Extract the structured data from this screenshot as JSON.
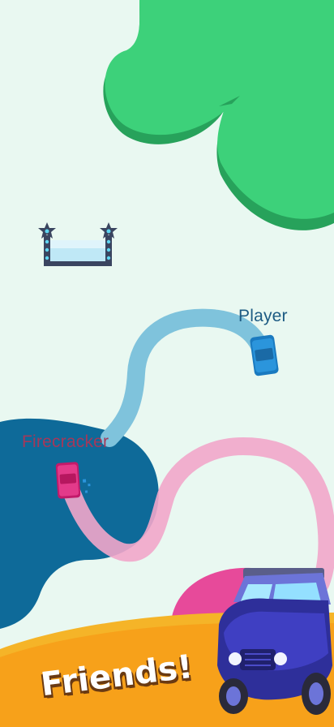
{
  "players": {
    "player_name": "Player",
    "opponent_name": "Firecracker"
  },
  "banner": {
    "text": "Friends!"
  },
  "colors": {
    "background": "#e9f8f1",
    "green_territory": "#3dd17a",
    "blue_territory": "#0e6a99",
    "pink_territory": "#e74a9a",
    "player_trail": "#7fc3dc",
    "opponent_trail": "#f2a6ca",
    "banner_orange": "#f7a11a"
  },
  "icons": {
    "goal_gate": "star-gate-icon",
    "player_car": "blue-car-icon",
    "opponent_car": "pink-car-icon",
    "mascot": "blue-jeep-icon"
  }
}
